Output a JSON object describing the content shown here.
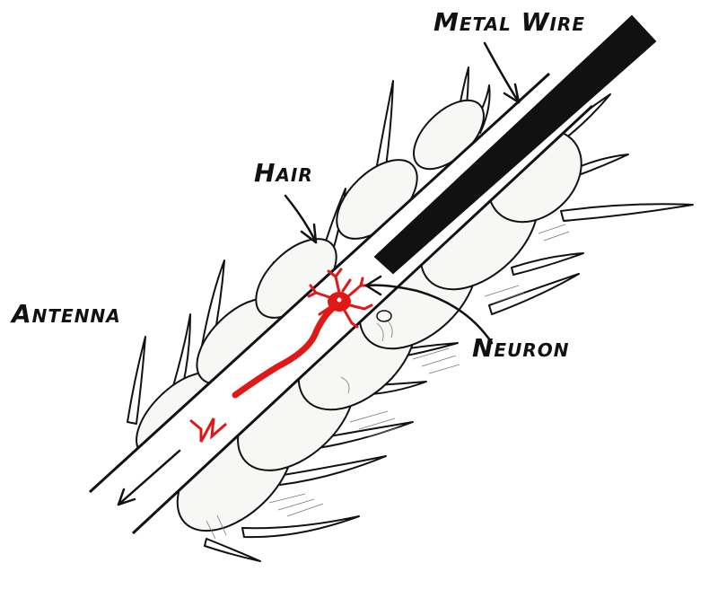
{
  "labels": {
    "metal_wire": "Metal Wire",
    "hair": "Hair",
    "antenna": "Antenna",
    "neuron": "Neuron"
  },
  "colors": {
    "ink": "#111111",
    "neuron": "#e01818",
    "segment_fill": "#f7f7f5"
  }
}
